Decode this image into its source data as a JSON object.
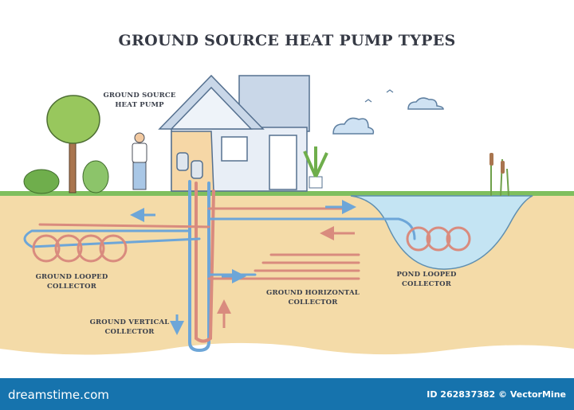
{
  "title": "GROUND SOURCE HEAT PUMP TYPES",
  "labels": {
    "heat_pump": [
      "GROUND SOURCE",
      "HEAT PUMP"
    ],
    "ground_looped": [
      "GROUND LOOPED",
      "COLLECTOR"
    ],
    "ground_vertical": [
      "GROUND VERTICAL",
      "COLLECTOR"
    ],
    "ground_horizontal": [
      "GROUND HORIZONTAL",
      "COLLECTOR"
    ],
    "pond_looped": [
      "POND LOOPED",
      "COLLECTOR"
    ]
  },
  "footer": {
    "brand": "dreamstime.com",
    "credit": "ID 262837382 © VectorMine"
  },
  "colors": {
    "soil": "#f4dba8",
    "water": "#c4e4f3",
    "warm_pipe": "#d98b7e",
    "cold_pipe": "#6da6d8",
    "footer": "#1673ad"
  }
}
